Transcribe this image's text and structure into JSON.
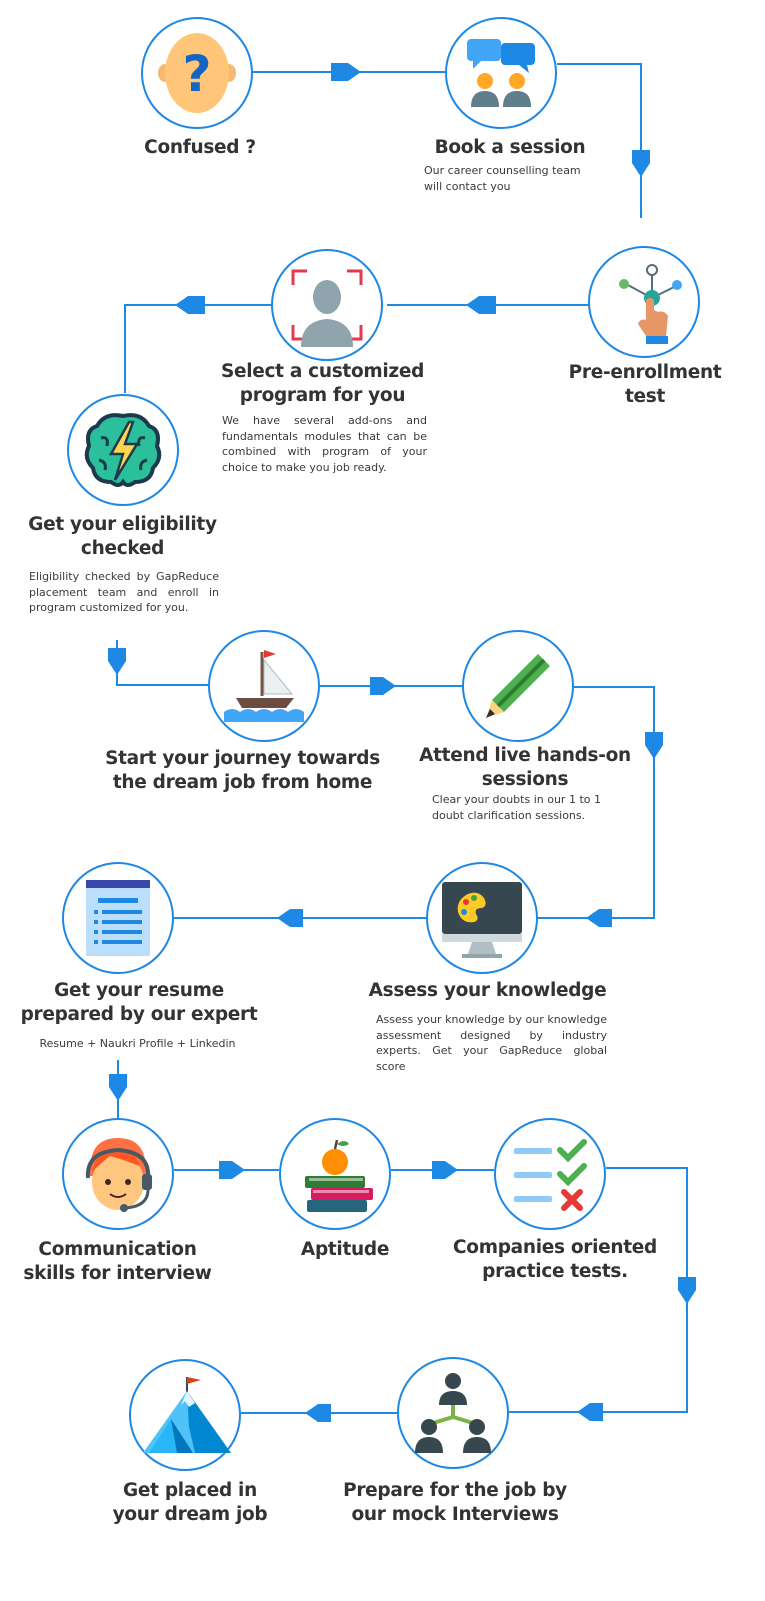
{
  "steps": [
    {
      "title": "Confused ?",
      "desc": ""
    },
    {
      "title": "Book a session",
      "desc": "Our career counselling team will contact you"
    },
    {
      "title": "Pre-enrollment\ntest",
      "desc": ""
    },
    {
      "title": "Select a customized\nprogram for you",
      "desc": "We have several add-ons and fundamentals modules that can be combined with program of your choice to make you job ready."
    },
    {
      "title": "Get your eligibility\nchecked",
      "desc": "Eligibility checked by GapReduce placement team and enroll in program customized for you."
    },
    {
      "title": "Start your journey towards\nthe dream job from home",
      "desc": ""
    },
    {
      "title": "Attend live hands-on\nsessions",
      "desc": "Clear your doubts in our 1 to 1 doubt clarification sessions."
    },
    {
      "title": "Assess your knowledge",
      "desc": "Assess your knowledge by our knowledge assessment designed by industry experts. Get your GapReduce global score"
    },
    {
      "title": "Get your resume\nprepared by our expert",
      "desc": "Resume + Naukri Profile + Linkedin"
    },
    {
      "title": "Communication\nskills for interview",
      "desc": ""
    },
    {
      "title": "Aptitude",
      "desc": ""
    },
    {
      "title": "Companies oriented\npractice tests.",
      "desc": ""
    },
    {
      "title": "Prepare for the job by\nour mock Interviews",
      "desc": ""
    },
    {
      "title": "Get placed in\nyour dream job",
      "desc": ""
    }
  ],
  "icons": [
    "question-face-icon",
    "chat-people-icon",
    "touch-network-icon",
    "profile-scan-icon",
    "brain-lightning-icon",
    "sailboat-icon",
    "pencil-icon",
    "monitor-palette-icon",
    "document-icon",
    "headset-agent-icon",
    "books-apple-icon",
    "checklist-icon",
    "team-network-icon",
    "mountain-flag-icon"
  ],
  "colors": {
    "accent": "#1e88e5",
    "text": "#333333"
  }
}
